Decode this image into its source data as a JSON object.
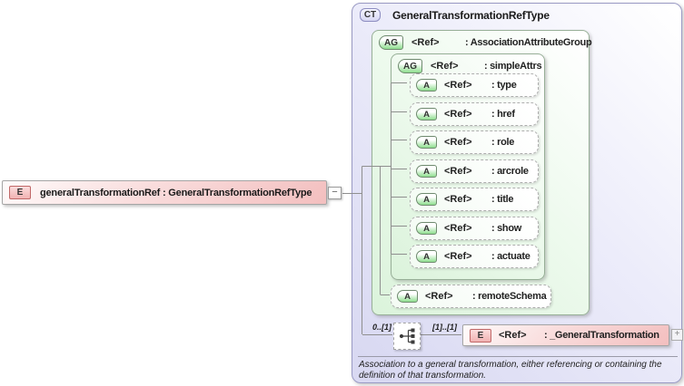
{
  "main_element": {
    "badge": "E",
    "label": "generalTransformationRef : GeneralTransformationRefType",
    "collapse_glyph": "−"
  },
  "complex_type": {
    "badge": "CT",
    "title": "GeneralTransformationRefType",
    "attribute_group": {
      "badge": "AG",
      "ref": "<Ref>",
      "name": ": AssociationAttributeGroup",
      "nested_group": {
        "badge": "AG",
        "ref": "<Ref>",
        "name": ": simpleAttrs",
        "attributes": [
          {
            "badge": "A",
            "ref": "<Ref>",
            "name": ": type"
          },
          {
            "badge": "A",
            "ref": "<Ref>",
            "name": ": href"
          },
          {
            "badge": "A",
            "ref": "<Ref>",
            "name": ": role"
          },
          {
            "badge": "A",
            "ref": "<Ref>",
            "name": ": arcrole"
          },
          {
            "badge": "A",
            "ref": "<Ref>",
            "name": ": title"
          },
          {
            "badge": "A",
            "ref": "<Ref>",
            "name": ": show"
          },
          {
            "badge": "A",
            "ref": "<Ref>",
            "name": ": actuate"
          }
        ]
      },
      "remote_attribute": {
        "badge": "A",
        "ref": "<Ref>",
        "name": ": remoteSchema"
      }
    },
    "sequence": {
      "icon": "sequence-compositor",
      "cardinality_left": "0..[1]",
      "cardinality_right": "[1]..[1]",
      "child_element": {
        "badge": "E",
        "ref": "<Ref>",
        "name": ": _GeneralTransformation",
        "expand_glyph": "+"
      }
    },
    "annotation": "Association to a general transformation, either referencing or containing the definition of that transformation."
  },
  "colors": {
    "element_pink": "#f3bfbf",
    "element_border": "#c06868",
    "group_green": "#dbf3db",
    "badge_green": "#8ede8e",
    "type_lavender": "#d9d9f2",
    "wire_gray": "#8f8f8f"
  }
}
